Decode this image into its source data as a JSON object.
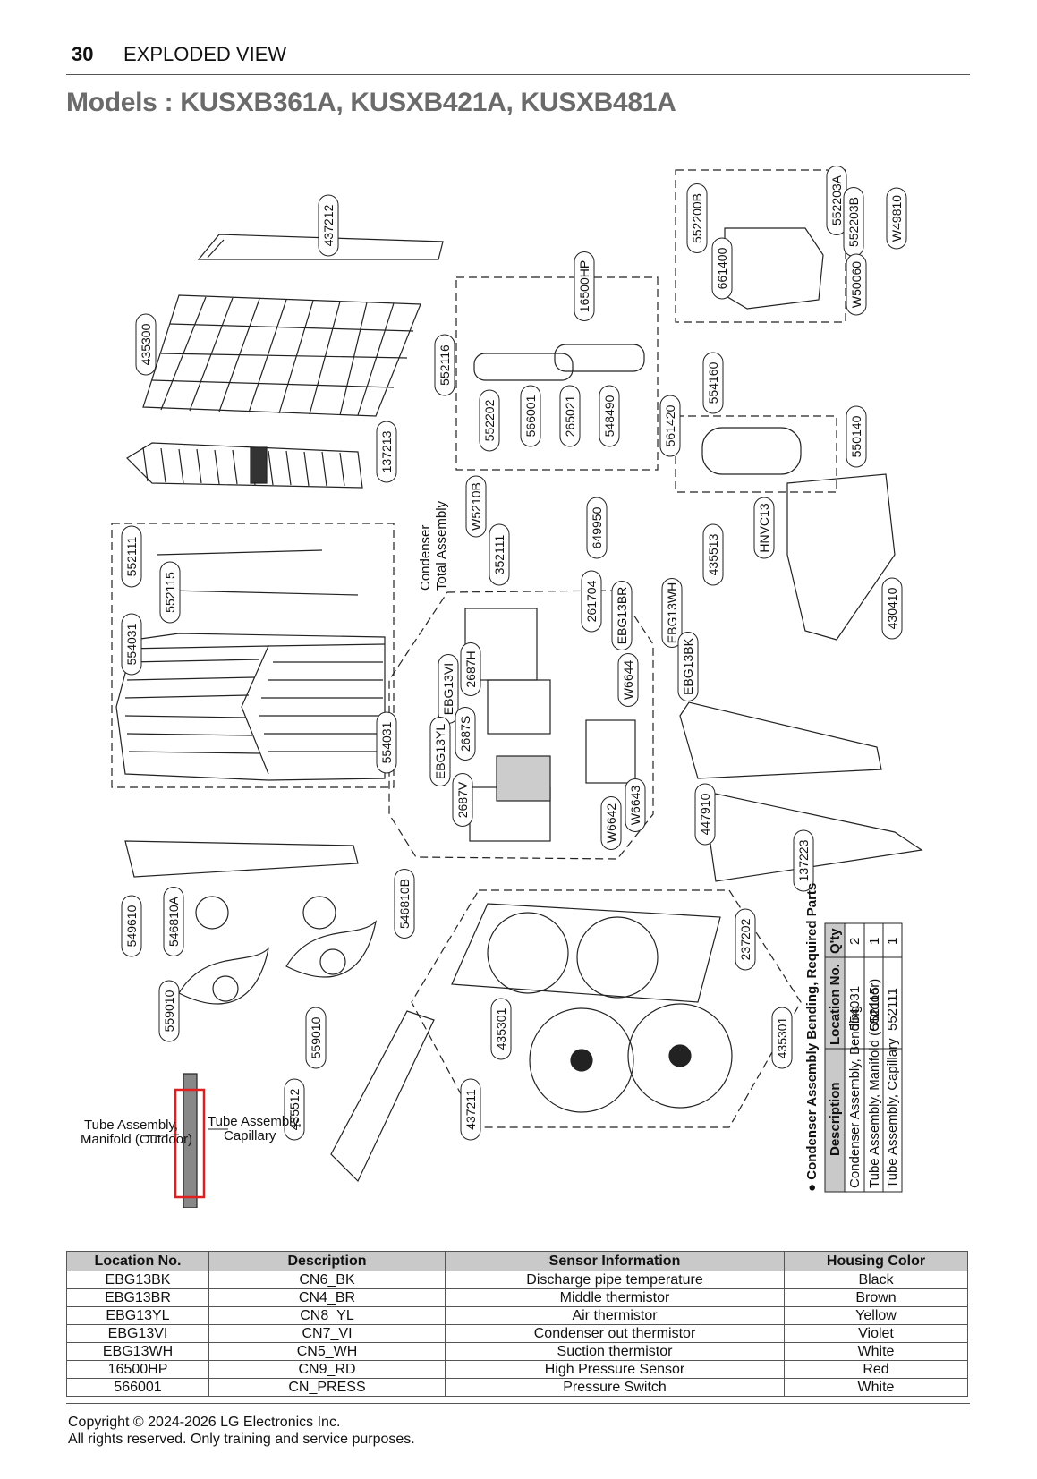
{
  "header": {
    "page_number": "30",
    "section": "EXPLODED VIEW"
  },
  "models_title": "Models : KUSXB361A, KUSXB421A, KUSXB481A",
  "callouts": [
    "437212",
    "552200B",
    "552203A",
    "552203B",
    "W49810",
    "661400",
    "W50060",
    "16500HP",
    "435300",
    "552116",
    "552202",
    "566001",
    "265021",
    "548490",
    "561420",
    "554160",
    "550140",
    "137213",
    "W5210B",
    "352111",
    "649950",
    "435513",
    "HNVC13",
    "552111",
    "552115",
    "554031",
    "554031",
    "261704",
    "EBG13BR",
    "EBG13WH",
    "430410",
    "2687H",
    "EBG13VI",
    "W6644",
    "EBG13BK",
    "2687S",
    "EBG13YL",
    "2687V",
    "W6643",
    "W6642",
    "447910",
    "549610",
    "546810A",
    "546810B",
    "137223",
    "237202",
    "559010",
    "559010",
    "435301",
    "435301",
    "435512",
    "437211"
  ],
  "assembly_labels": {
    "condenser_line1": "Condenser",
    "condenser_line2": "Total Assembly",
    "tube_manifold_line1": "Tube Assembly,",
    "tube_manifold_line2": "Manifold (Outdoor)",
    "tube_capillary_line1": "Tube Assembly,",
    "tube_capillary_line2": "Capillary"
  },
  "bending_table": {
    "title": "Condenser Assembly Bending, Required Parts",
    "headers": [
      "Description",
      "Location No.",
      "Q'ty"
    ],
    "rows": [
      [
        "Condenser Assembly, Bending",
        "554031",
        "2"
      ],
      [
        "Tube Assembly, Manifold (Outdoor)",
        "552115",
        "1"
      ],
      [
        "Tube Assembly, Capillary",
        "552111",
        "1"
      ]
    ]
  },
  "sensor_table": {
    "headers": [
      "Location No.",
      "Description",
      "Sensor Information",
      "Housing Color"
    ],
    "rows": [
      [
        "EBG13BK",
        "CN6_BK",
        "Discharge pipe temperature",
        "Black"
      ],
      [
        "EBG13BR",
        "CN4_BR",
        "Middle thermistor",
        "Brown"
      ],
      [
        "EBG13YL",
        "CN8_YL",
        "Air thermistor",
        "Yellow"
      ],
      [
        "EBG13VI",
        "CN7_VI",
        "Condenser out thermistor",
        "Violet"
      ],
      [
        "EBG13WH",
        "CN5_WH",
        "Suction  thermistor",
        "White"
      ],
      [
        "16500HP",
        "CN9_RD",
        "High Pressure Sensor",
        "Red"
      ],
      [
        "566001",
        "CN_PRESS",
        "Pressure Switch",
        "White"
      ]
    ]
  },
  "footer": {
    "line1": "Copyright © 2024-2026 LG Electronics Inc.",
    "line2": "All rights reserved. Only training and service purposes."
  },
  "colors": {
    "title_gray": "#6b6b6b",
    "header_fill": "#c9c9c9",
    "highlight_red": "#e02020"
  }
}
